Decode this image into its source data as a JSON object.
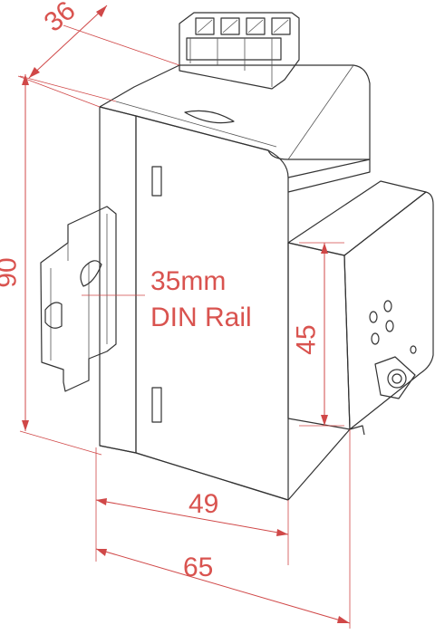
{
  "dimensions": {
    "depth_top": "36",
    "height": "90",
    "front_height": "45",
    "front_width": "49",
    "total_width": "65"
  },
  "rail_label": {
    "line1": "35mm",
    "line2": "DIN Rail"
  },
  "colors": {
    "dimension": "#d9534f",
    "outline": "#333333"
  }
}
